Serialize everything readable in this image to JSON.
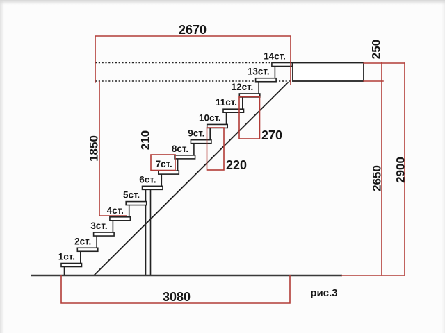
{
  "figure_caption": "рис.3",
  "dimensions": {
    "opening_width": "2670",
    "slab_thickness": "250",
    "floor_to_floor_height": "2900",
    "floor_to_ceiling_height": "2650",
    "headroom": "1850",
    "riser_height": "210",
    "going": "220",
    "tread_depth": "270",
    "total_run": "3080"
  },
  "steps": [
    {
      "label": "1ст."
    },
    {
      "label": "2ст."
    },
    {
      "label": "3ст."
    },
    {
      "label": "4ст."
    },
    {
      "label": "5ст."
    },
    {
      "label": "6ст."
    },
    {
      "label": "7ст."
    },
    {
      "label": "8ст."
    },
    {
      "label": "9ст."
    },
    {
      "label": "10ст."
    },
    {
      "label": "11ст."
    },
    {
      "label": "12ст."
    },
    {
      "label": "13ст."
    },
    {
      "label": "14ст."
    }
  ],
  "colors": {
    "dimension_lines": "#b23c37",
    "drawing_lines": "#222222",
    "text": "#161616"
  }
}
